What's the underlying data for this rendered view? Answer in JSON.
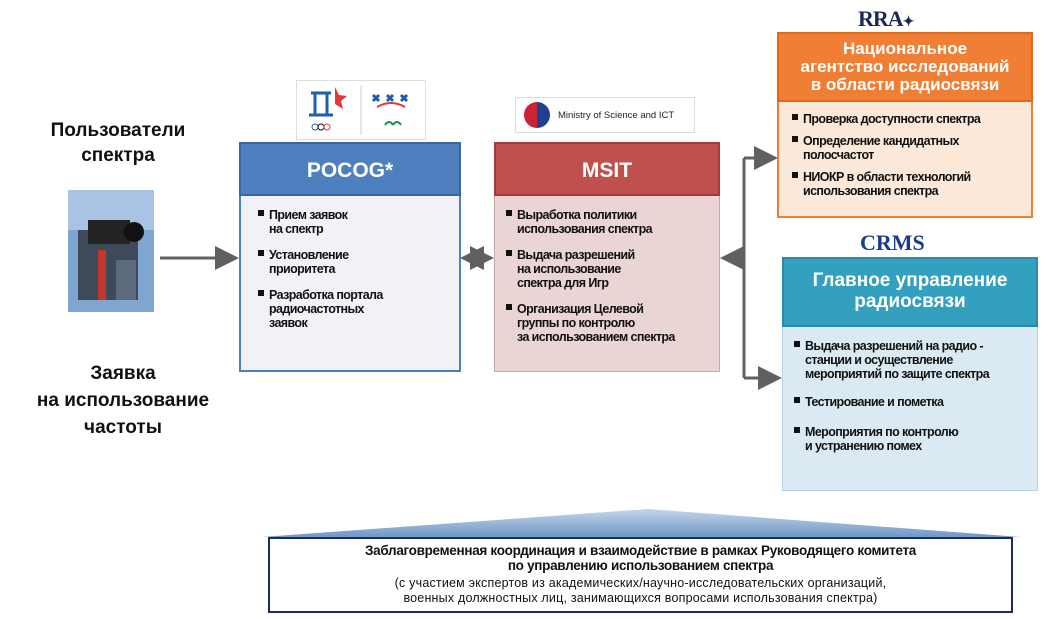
{
  "left": {
    "users_title": "Пользователи\nспектра",
    "request_title": "Заявка\nна использование\nчастоты"
  },
  "pocog": {
    "title": "POCOG*",
    "items": [
      "Прием заявок\nна спектр",
      "Установление\nприоритета",
      "Разработка портала\nрадиочастотных\nзаявок"
    ]
  },
  "msit": {
    "title": "MSIT",
    "ministry_label": "Ministry of Science and ICT",
    "items": [
      "Выработка политики\nиспользования  спектра",
      "Выдача разрешений\nна использование\nспектра для Игр",
      "Организация Целевой\nгруппы по контролю\nза использованием спектра"
    ]
  },
  "rra": {
    "logo": "RRA",
    "title": "Национальное\nагентство исследований\nв области радиосвязи",
    "items": [
      "Проверка доступности спектра",
      "Определение кандидатных\nполосчастот",
      "НИОКР в области технологий\nиспользования спектра"
    ]
  },
  "crms": {
    "logo": "CRMS",
    "title": "Главное управление\nрадиосвязи",
    "items": [
      "Выдача разрешений на радио -\nстанции и осуществление\nмероприятий по защите спектра",
      "Тестирование и пометка",
      "Мероприятия по контролю\nи устранению помех"
    ]
  },
  "bottom": {
    "title": "Заблаговременная координация и взаимодействие в рамках Руководящего комитета\nпо управлению использованием спектра",
    "subtitle": "(с участием экспертов из академических/научно-исследовательских организаций,\nвоенных должностных лиц, занимающихся вопросами использования спектра)"
  },
  "colors": {
    "pocog": "#4e80bf",
    "msit": "#c0504d",
    "rra": "#f07f35",
    "crms": "#33a0c0",
    "arrow": "#606060",
    "wedge": "#8aaed3"
  },
  "icons": [
    "camera-operator-photo",
    "olympic-logo",
    "paralympic-logo",
    "ministry-emblem",
    "rra-logo",
    "crms-logo"
  ]
}
